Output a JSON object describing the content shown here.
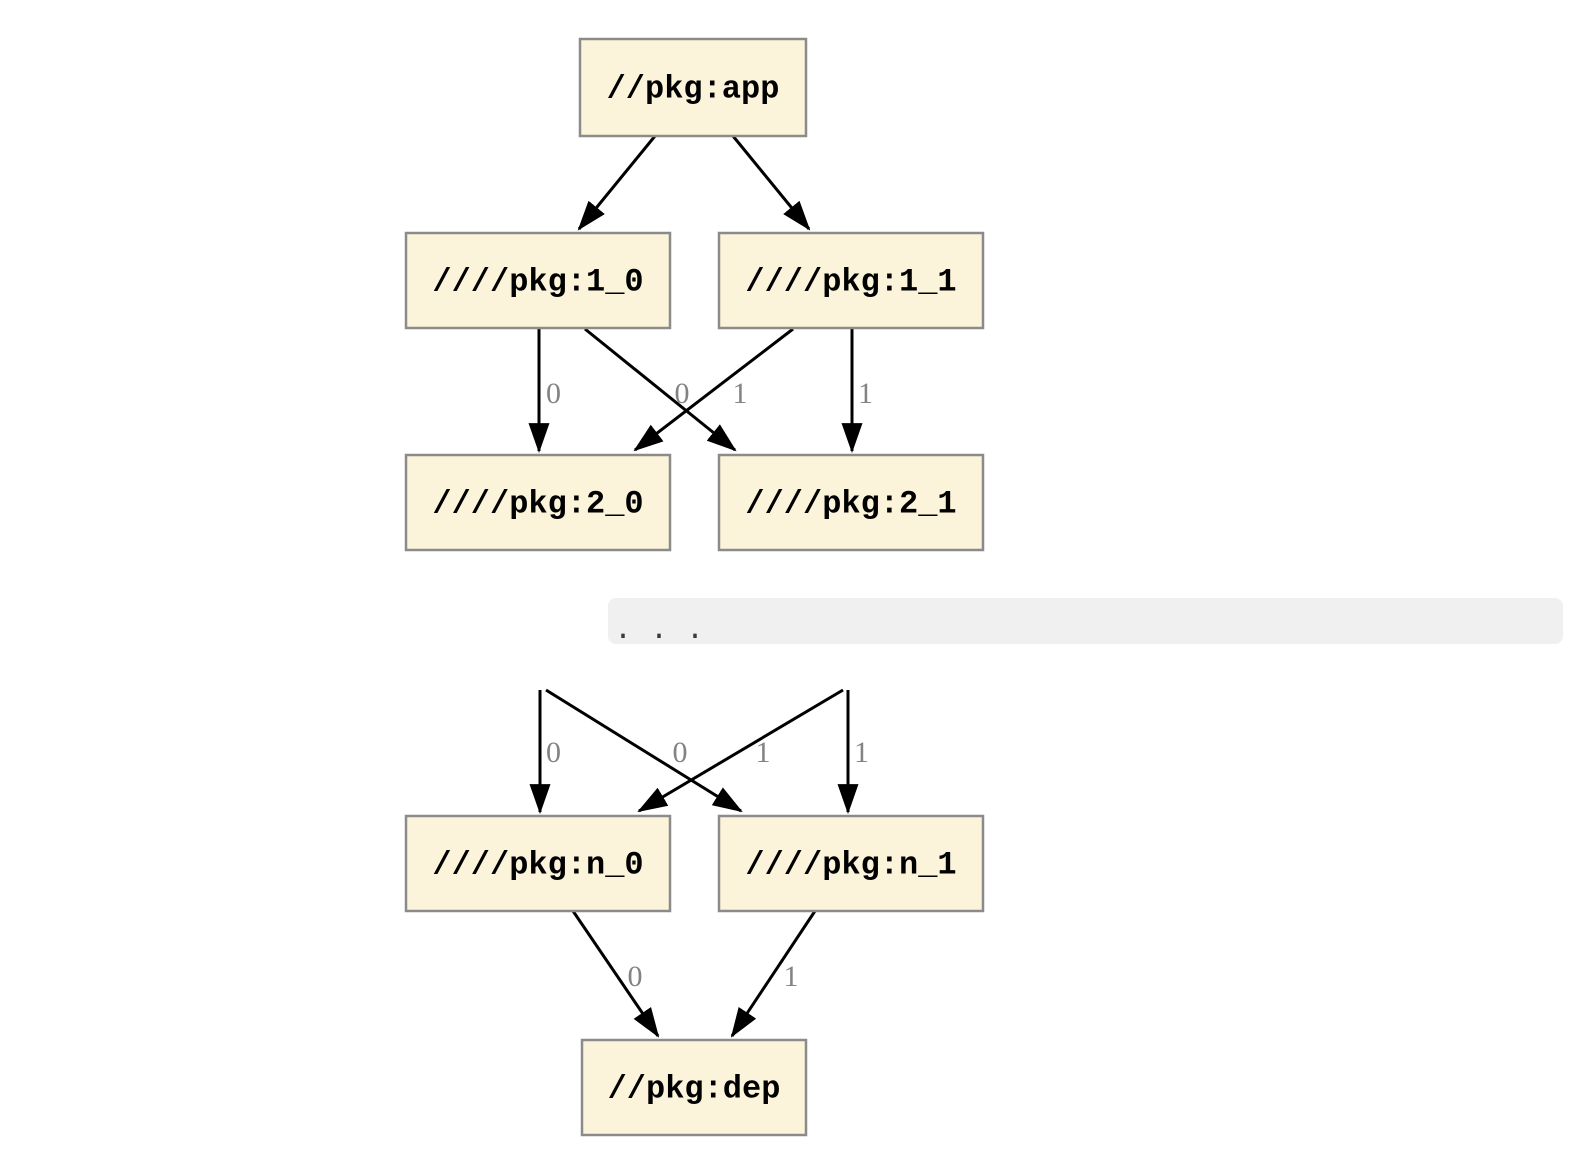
{
  "diagram": {
    "kind": "package-dependency-graph",
    "nodes": {
      "app": {
        "label": "//pkg:app"
      },
      "v1_0": {
        "label": "////pkg:1_0"
      },
      "v1_1": {
        "label": "////pkg:1_1"
      },
      "v2_0": {
        "label": "////pkg:2_0"
      },
      "v2_1": {
        "label": "////pkg:2_1"
      },
      "vn_0": {
        "label": "////pkg:n_0"
      },
      "vn_1": {
        "label": "////pkg:n_1"
      },
      "dep": {
        "label": "//pkg:dep"
      }
    },
    "ellipsis": ". . .",
    "edges": [
      {
        "from": "app",
        "to": "v1_0",
        "label": ""
      },
      {
        "from": "app",
        "to": "v1_1",
        "label": ""
      },
      {
        "from": "v1_0",
        "to": "v2_0",
        "label": "0"
      },
      {
        "from": "v1_1",
        "to": "v2_0",
        "label": "0"
      },
      {
        "from": "v1_0",
        "to": "v2_1",
        "label": "1"
      },
      {
        "from": "v1_1",
        "to": "v2_1",
        "label": "1"
      },
      {
        "from": "ellipsis",
        "to": "vn_0",
        "label": "0"
      },
      {
        "from": "ellipsis",
        "to": "vn_0",
        "label": "0"
      },
      {
        "from": "ellipsis",
        "to": "vn_1",
        "label": "1"
      },
      {
        "from": "ellipsis",
        "to": "vn_1",
        "label": "1"
      },
      {
        "from": "vn_0",
        "to": "dep",
        "label": "0"
      },
      {
        "from": "vn_1",
        "to": "dep",
        "label": "1"
      }
    ],
    "colors": {
      "node_fill": "#fbf4da",
      "node_border": "#8b8b8b",
      "text": "#000000",
      "edge": "#000000",
      "edge_label": "#838383",
      "ellipsis_bar": "#f0f0f0",
      "ellipsis_text": "#3a3a3a"
    }
  }
}
